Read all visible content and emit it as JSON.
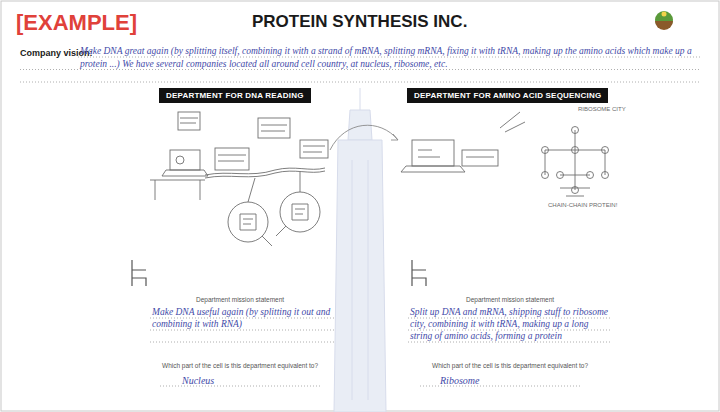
{
  "diagram": {
    "title": "PROTEIN SYNTHESIS INC.",
    "nodes": [
      {
        "text": [
          "DEPARTMENT FOR DNA READING"
        ]
      },
      {
        "text": [
          "DEPARTMENT FOR AMINO ACID SEQUENCING"
        ]
      }
    ],
    "labels": [
      "[EXAMPLE]",
      "Company vision:",
      "Make DNA great again (by splitting itself, combining it with a strand of mRNA, splitting mRNA, fixing it with tRNA, making up the amino acids which make up a protein ...) We have several companies located all around cell country, at nucleus, ribosome, etc.",
      "Department mission statement",
      "Make DNA useful again (by splitting it out and combining it with RNA)",
      "Which part of the cell is this department equivalent to?",
      "Nucleus",
      "Department mission statement",
      "Split up DNA and mRNA, shipping stuff to ribosome city, combining it with tRNA, making up a long string of amino acids, forming a protein",
      "Which part of the cell is this department equivalent to?",
      "Ribosome",
      "RIBOSOME CITY",
      "CHAIN-CHAIN PROTEIN!"
    ]
  }
}
